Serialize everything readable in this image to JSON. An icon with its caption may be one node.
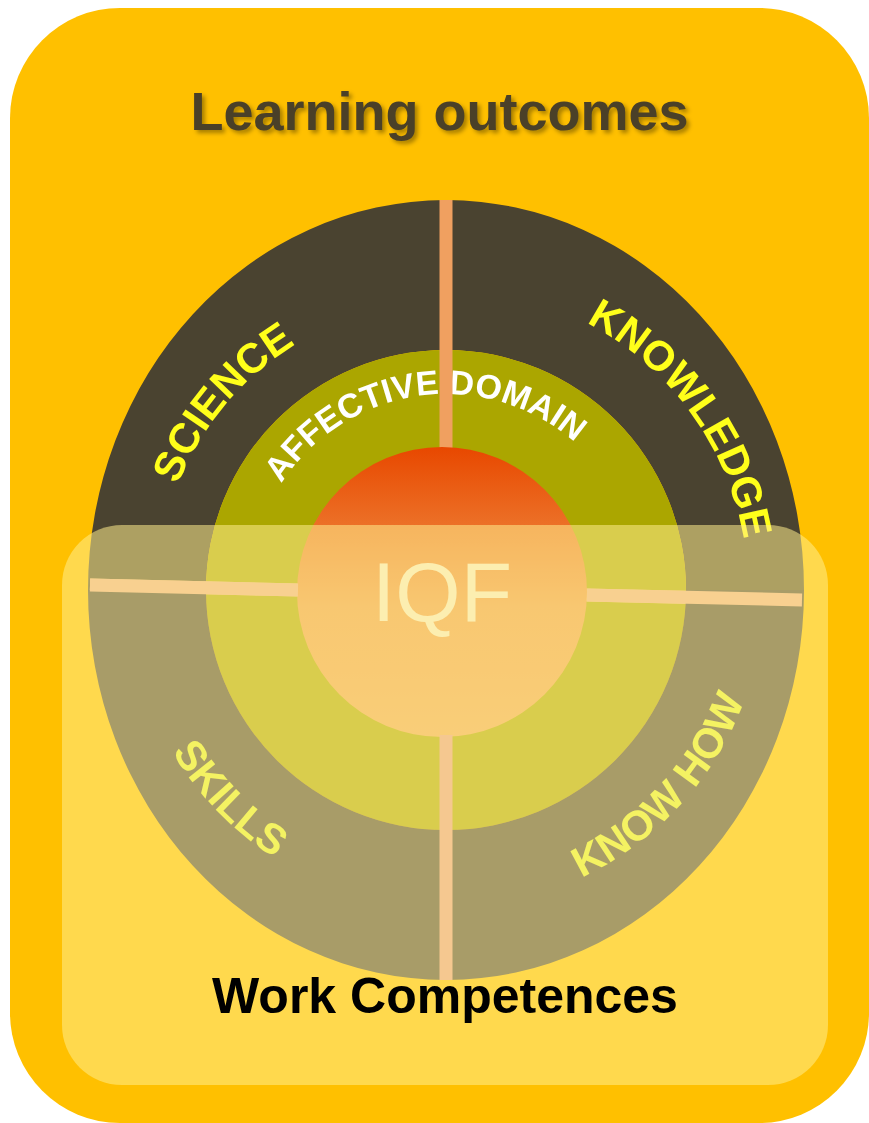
{
  "diagram": {
    "nodes": [
      {
        "text": [
          "Learning outcomes"
        ]
      },
      {
        "text": [
          "SCIENCE"
        ],
        "in": 0
      },
      {
        "text": [
          "KNOWLEDGE"
        ],
        "in": 0
      },
      {
        "text": [
          "AFFECTIVE DOMAIN"
        ],
        "in": 0
      },
      {
        "text": [
          "IQF"
        ],
        "in": 3
      },
      {
        "text": [
          "Work Competences"
        ],
        "in": 0
      },
      {
        "text": [
          "SKILLS"
        ],
        "in": 5
      },
      {
        "text": [
          "KNOW HOW"
        ],
        "in": 5
      }
    ]
  }
}
